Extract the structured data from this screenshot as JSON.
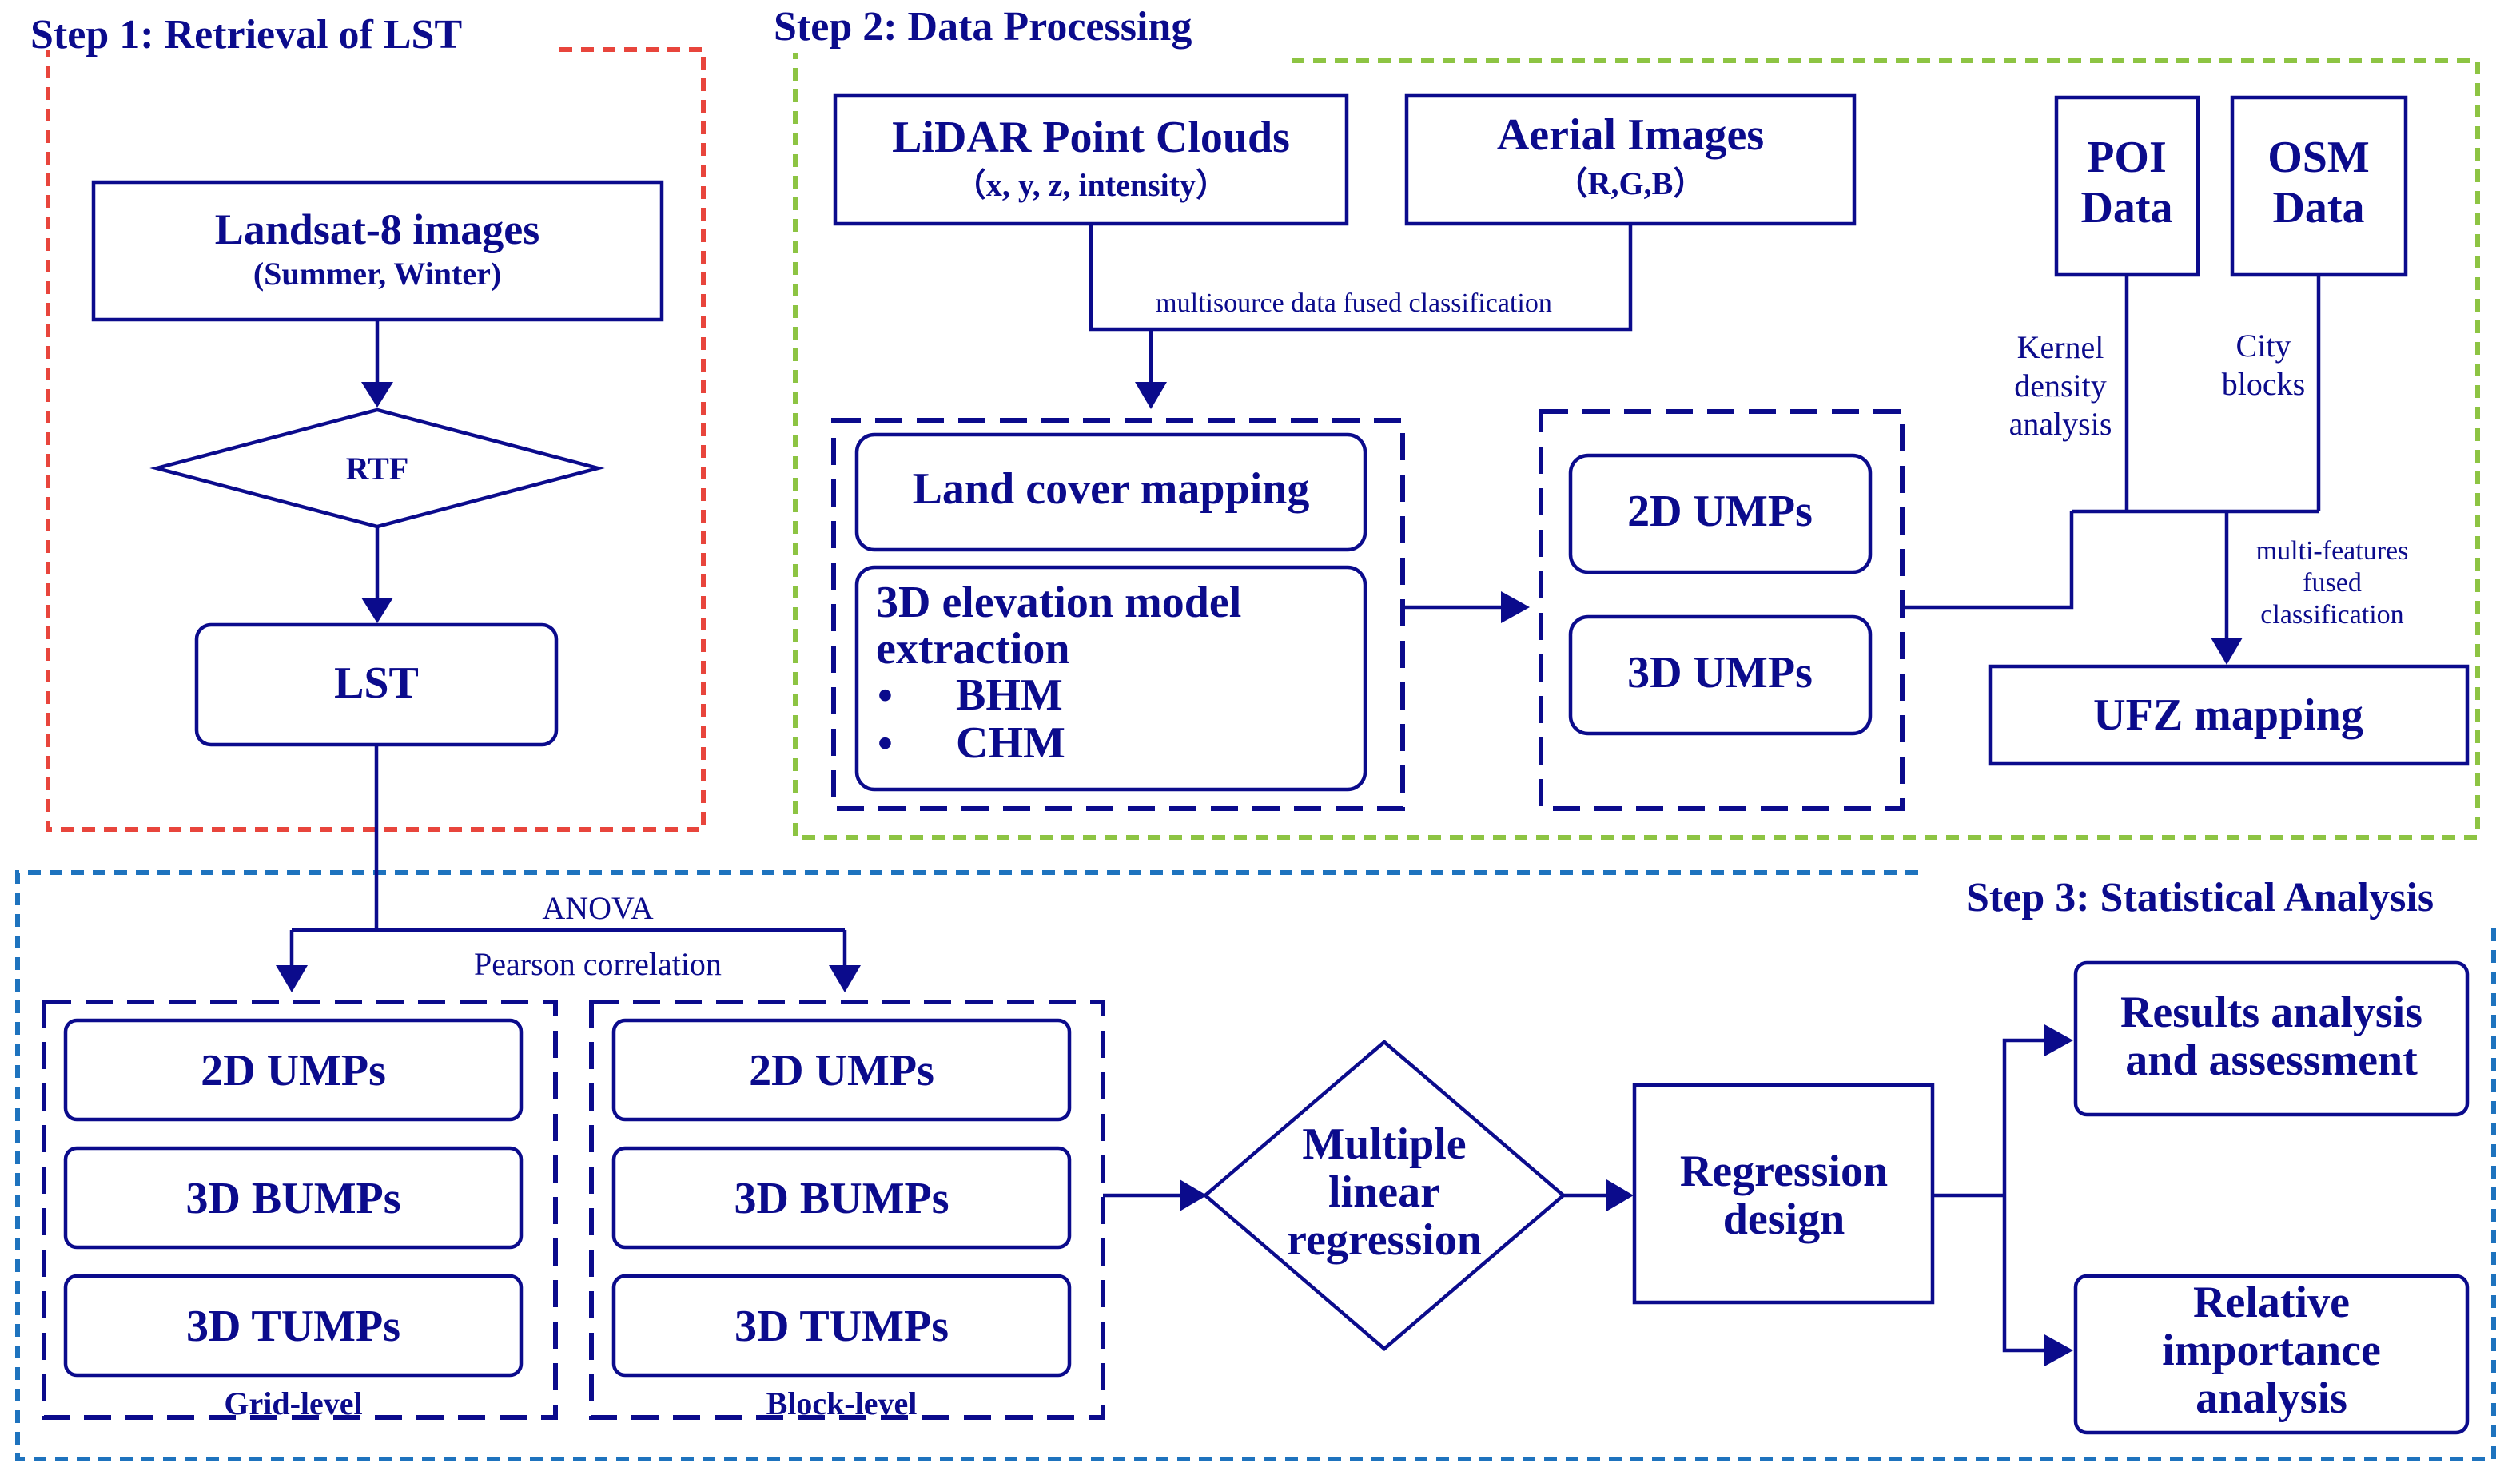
{
  "colors": {
    "box": "#0b0b8c",
    "step1_frame": "#e8453c",
    "step2_frame": "#8dc443",
    "step3_frame": "#1e73be"
  },
  "step1": {
    "title": "Step 1: Retrieval of LST",
    "landsat": {
      "line1": "Landsat-8 images",
      "line2": "(Summer, Winter)"
    },
    "rtf": "RTF",
    "lst": "LST"
  },
  "step2": {
    "title": "Step 2: Data Processing",
    "lidar": {
      "line1": "LiDAR Point Clouds",
      "line2": "（x, y, z, intensity）"
    },
    "aerial": {
      "line1": "Aerial Images",
      "line2": "（R,G,B）"
    },
    "fused_label": "multisource data fused classification",
    "land_cover": "Land cover mapping",
    "elevation": {
      "line1": "3D elevation model",
      "line2": "extraction",
      "bullet1": "BHM",
      "bullet2": "CHM",
      "bullet_char": "•"
    },
    "umps_2d": "2D UMPs",
    "umps_3d": "3D UMPs",
    "poi": {
      "line1": "POI",
      "line2": "Data"
    },
    "osm": {
      "line1": "OSM",
      "line2": "Data"
    },
    "kernel": {
      "line1": "Kernel",
      "line2": "density",
      "line3": "analysis"
    },
    "city": {
      "line1": "City",
      "line2": "blocks"
    },
    "multi": {
      "line1": "multi-features",
      "line2": "fused",
      "line3": "classification"
    },
    "ufz": "UFZ mapping"
  },
  "step3": {
    "title": "Step 3: Statistical Analysis",
    "anova": "ANOVA",
    "pearson": "Pearson correlation",
    "grid": {
      "umps_2d": "2D UMPs",
      "bumps_3d": "3D BUMPs",
      "tumps_3d": "3D TUMPs",
      "label": "Grid-level"
    },
    "block": {
      "umps_2d": "2D UMPs",
      "bumps_3d": "3D BUMPs",
      "tumps_3d": "3D TUMPs",
      "label": "Block-level"
    },
    "mlr": {
      "line1": "Multiple",
      "line2": "linear",
      "line3": "regression"
    },
    "regression": {
      "line1": "Regression",
      "line2": "design"
    },
    "results": {
      "line1": "Results analysis",
      "line2": "and assessment"
    },
    "relative": {
      "line1": "Relative",
      "line2": "importance",
      "line3": "analysis"
    }
  }
}
